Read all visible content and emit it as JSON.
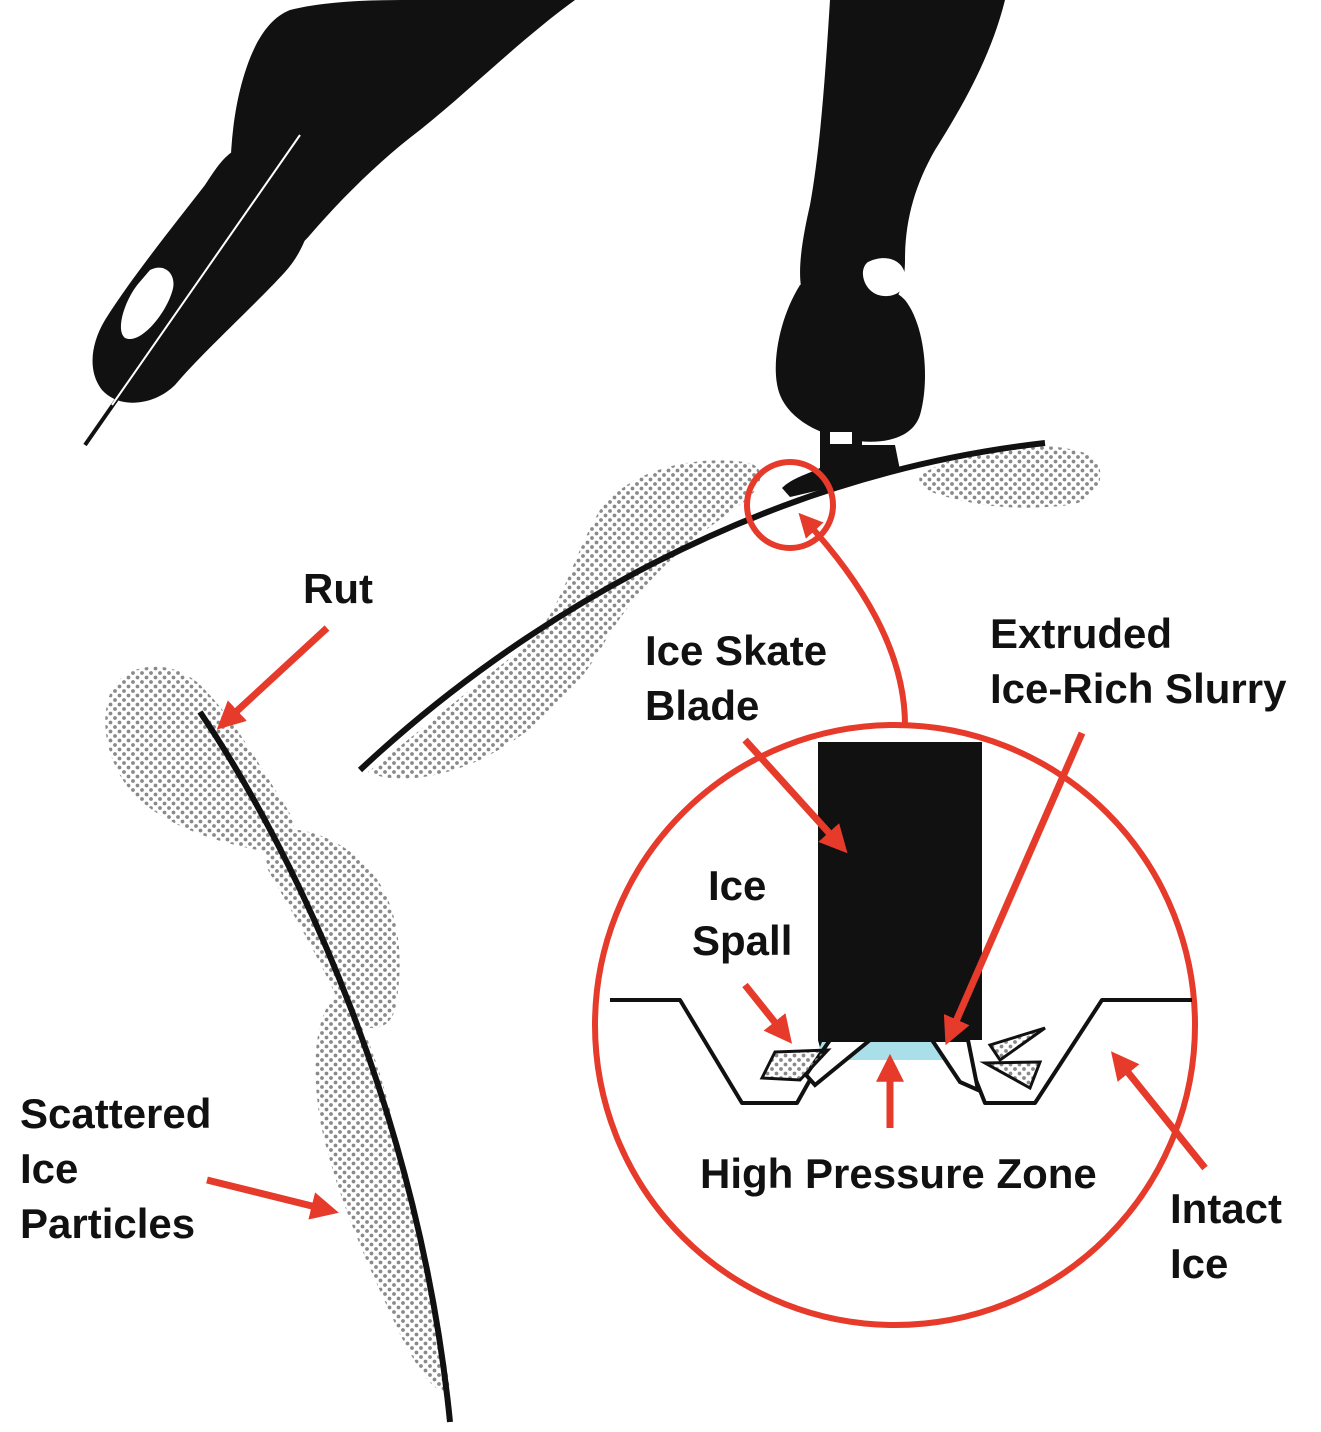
{
  "colors": {
    "ink": "#111111",
    "accent": "#e63a2b",
    "particles": "#8a8a8a",
    "slurry": "#a8dfe8",
    "background": "#ffffff"
  },
  "icons": {
    "skater": "skater-silhouette",
    "blade": "skate-blade",
    "magnifier": "zoom-circle"
  },
  "labels": {
    "rut": "Rut",
    "ice_skate_blade": [
      "Ice Skate",
      "Blade"
    ],
    "extruded_slurry": [
      "Extruded",
      "Ice-Rich Slurry"
    ],
    "ice_spall": [
      "Ice",
      "Spall"
    ],
    "high_pressure_zone": "High Pressure Zone",
    "intact_ice": [
      "Intact",
      "Ice"
    ],
    "scattered_particles": [
      "Scattered",
      "Ice",
      "Particles"
    ]
  }
}
